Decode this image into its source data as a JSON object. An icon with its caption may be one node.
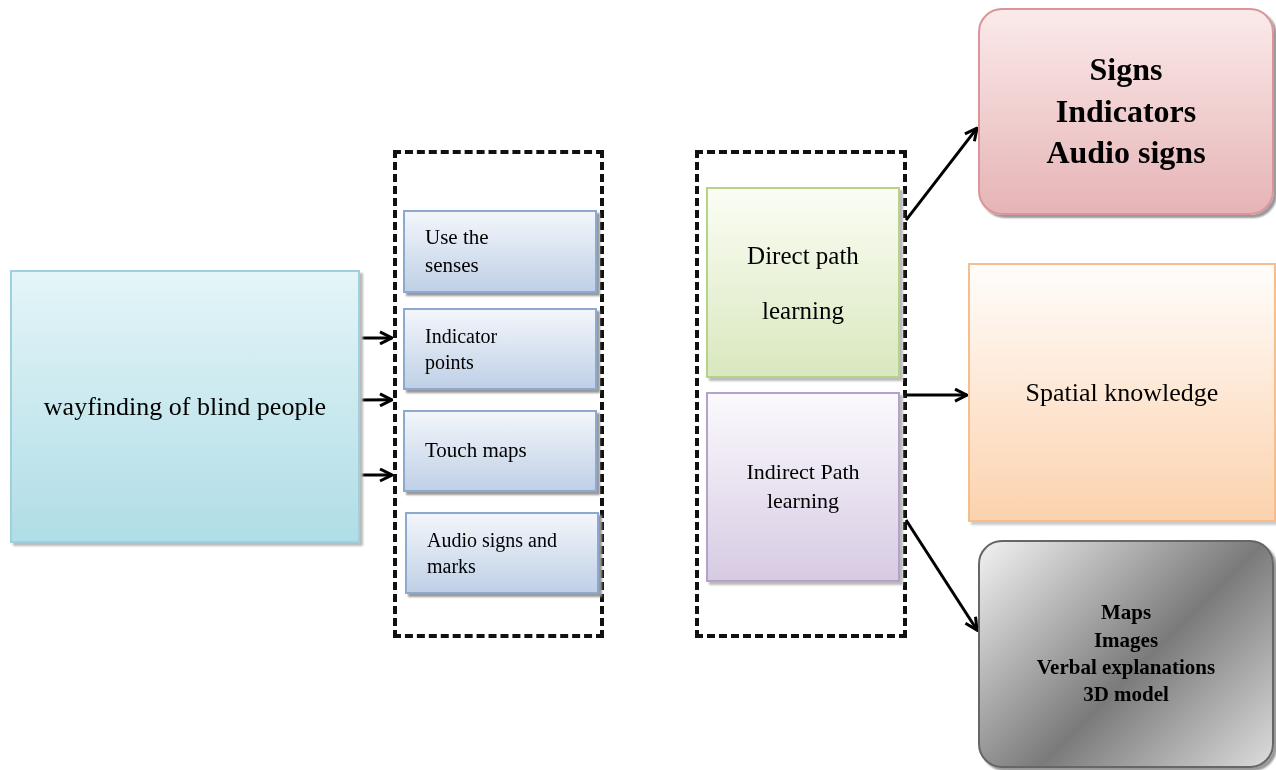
{
  "diagram": {
    "nodes": [
      {
        "text": [
          "wayfinding of blind people"
        ]
      },
      {
        "text": [],
        "shape": "box"
      },
      {
        "text": [
          "Use the senses"
        ],
        "in": 1
      },
      {
        "text": [
          "Indicator points"
        ],
        "in": 1
      },
      {
        "text": [
          "Touch maps"
        ],
        "in": 1
      },
      {
        "text": [
          "Audio signs and marks"
        ],
        "in": 1
      },
      {
        "text": [],
        "shape": "box"
      },
      {
        "text": [
          "Direct path learning"
        ],
        "in": 6
      },
      {
        "text": [
          "Indirect Path learning"
        ],
        "in": 6
      },
      {
        "text": [
          "Signs",
          "Indicators",
          "Audio signs"
        ]
      },
      {
        "text": [
          "Spatial knowledge"
        ]
      },
      {
        "text": [
          "Maps",
          "Images",
          "Verbal explanations",
          "3D model"
        ]
      }
    ],
    "edges": [
      {
        "from": 0,
        "to": 1,
        "arrow": "to"
      },
      {
        "from": 0,
        "to": 1,
        "arrow": "to"
      },
      {
        "from": 0,
        "to": 1,
        "arrow": "to"
      },
      {
        "from": 7,
        "to": 9,
        "arrow": "to"
      },
      {
        "from": 8,
        "to": 10,
        "arrow": "to"
      },
      {
        "from": 8,
        "to": 11,
        "arrow": "to"
      }
    ]
  }
}
